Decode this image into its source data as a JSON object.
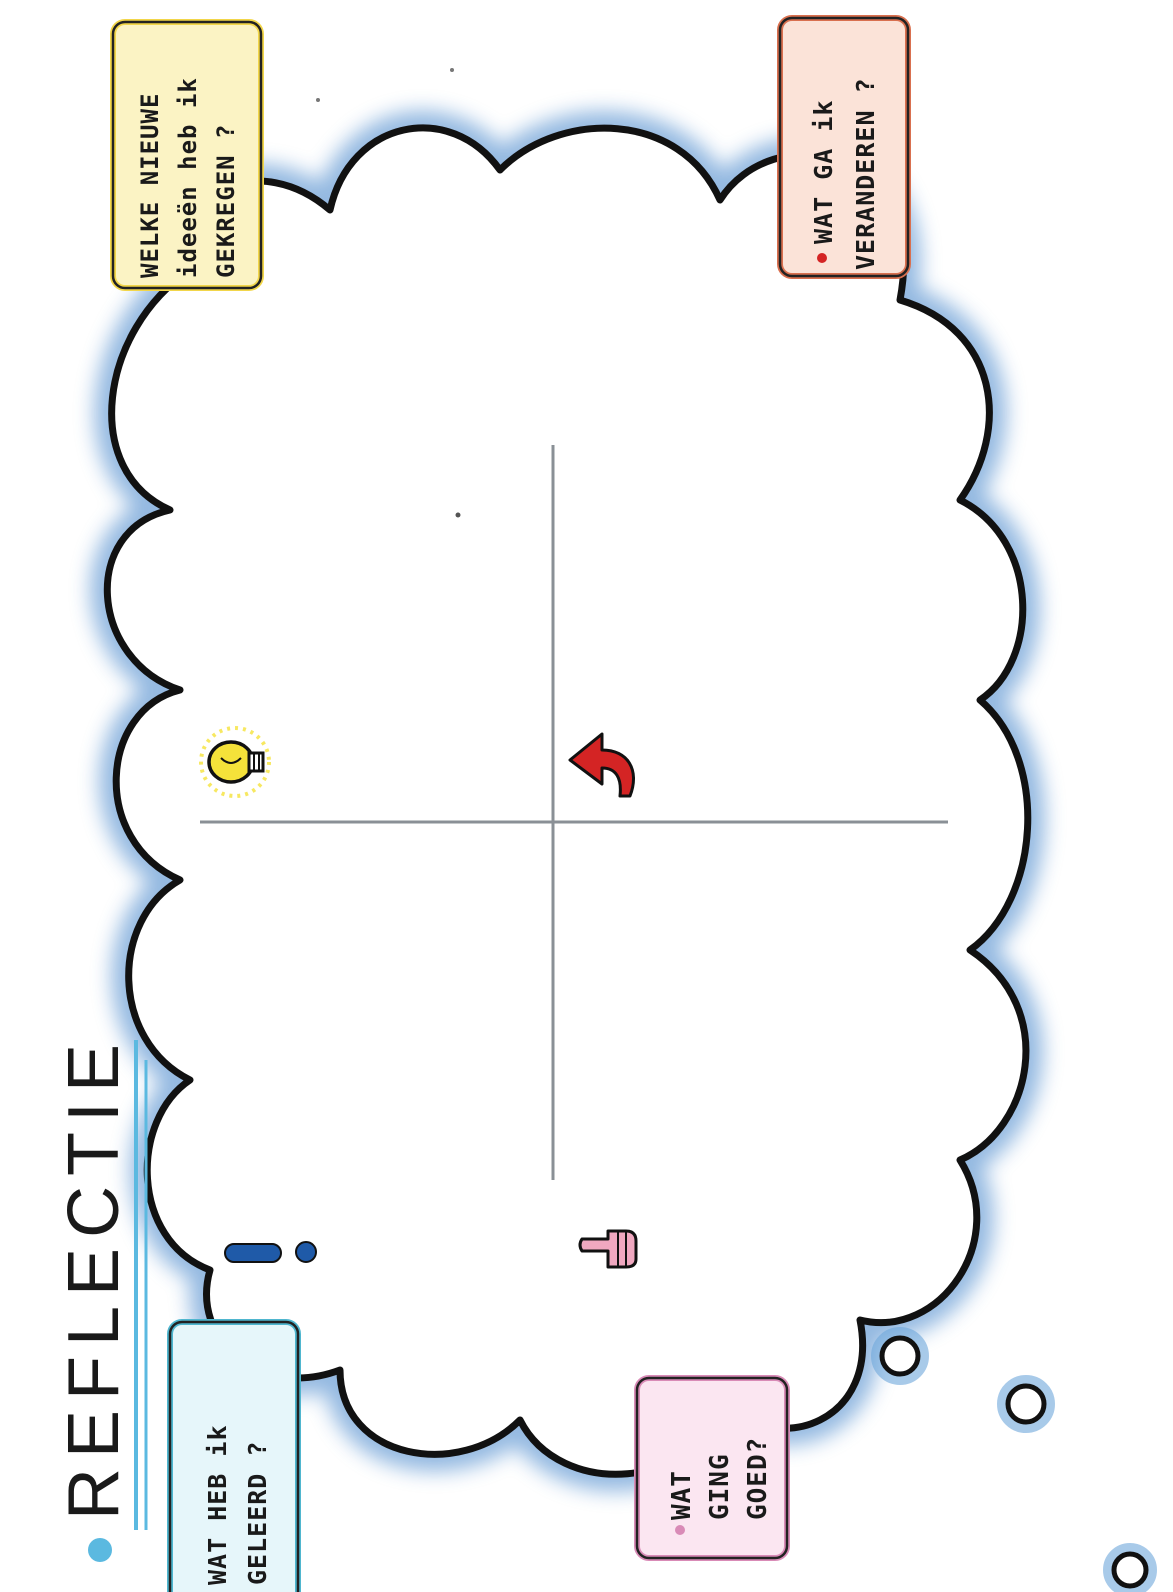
{
  "title": "REFLECTIE",
  "prompts": {
    "ideas": {
      "line1": "WELKE NIEUWE",
      "line2": "ideeën heb ik",
      "line3": "GEKREGEN ?"
    },
    "change": {
      "line1": "WAT GA ik",
      "line2": "VERANDEREN ?"
    },
    "learned": {
      "line1": "WAT HEB ik",
      "line2": "GELEERD ?"
    },
    "good": {
      "line1": "WAT",
      "line2": "GING",
      "line3": "GOED?"
    }
  },
  "colors": {
    "cloud_glow": "#3a7fc8",
    "cloud_outline": "#111111",
    "axis": "#8a9096",
    "title_accent": "#5bb9e0",
    "ideas_box": "#f2d64a",
    "change_box": "#d9704f",
    "learned_box": "#4fb6cf",
    "good_box": "#d98bb7",
    "arrow": "#d42424",
    "bulb": "#f5e23a",
    "exclaim": "#1f5aa8",
    "hand": "#f0a8c0"
  },
  "icons": [
    "lightbulb-icon",
    "curved-arrow-icon",
    "exclamation-icon",
    "pointing-hand-icon"
  ]
}
